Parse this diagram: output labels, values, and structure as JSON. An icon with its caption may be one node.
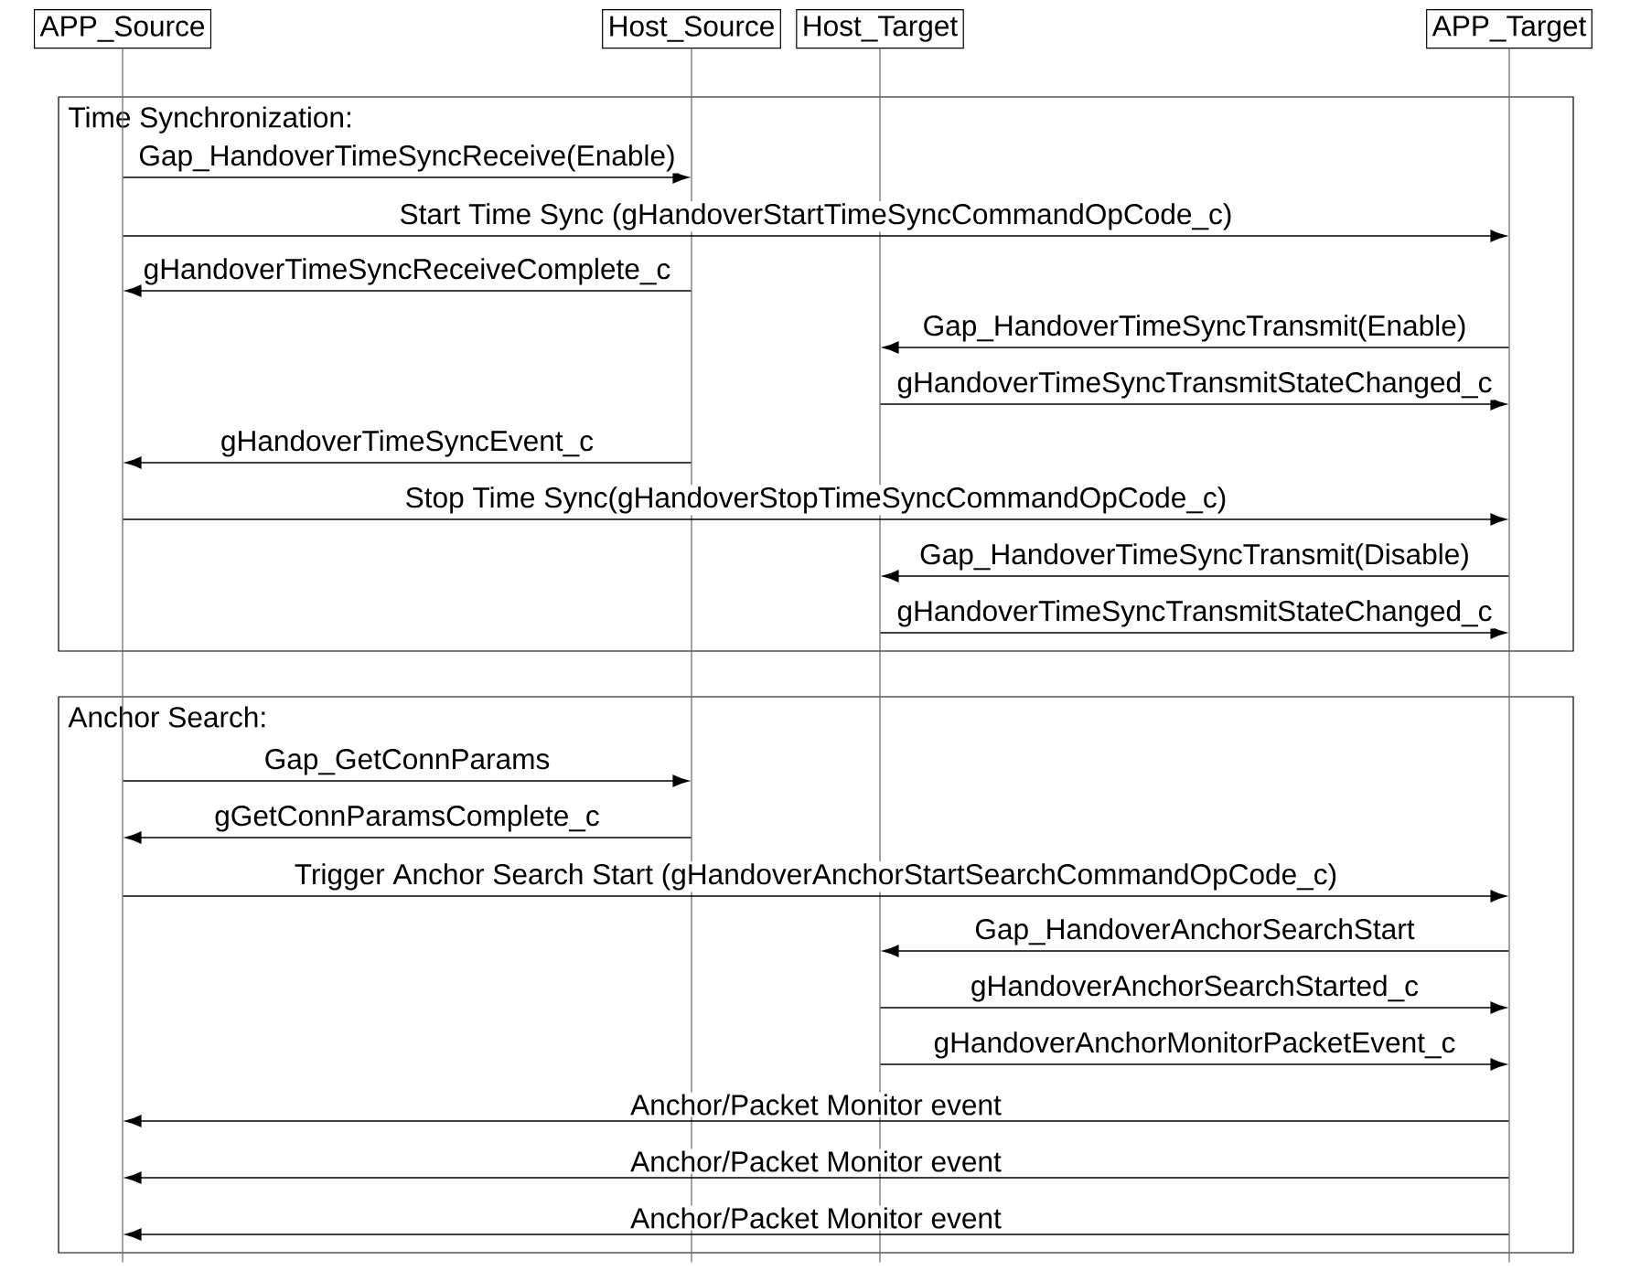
{
  "diagram": {
    "nodes": [
      {
        "text": [
          "APP_Source"
        ]
      },
      {
        "text": [
          "Host_Source"
        ]
      },
      {
        "text": [
          "Host_Target"
        ]
      },
      {
        "text": [
          "APP_Target"
        ]
      },
      {
        "text": [],
        "shape": "bar"
      },
      {
        "text": [],
        "shape": "bar"
      },
      {
        "text": [],
        "shape": "bar"
      },
      {
        "text": [],
        "shape": "bar"
      }
    ],
    "edges": [
      {
        "from": 4,
        "to": 5,
        "arrow": "to",
        "label": "Gap_HandoverTimeSyncReceive(Enable)"
      },
      {
        "from": 4,
        "to": 7,
        "arrow": "to",
        "label": "Start Time Sync (gHandoverStartTimeSyncCommandOpCode_c)"
      },
      {
        "from": 5,
        "to": 4,
        "arrow": "to",
        "label": "gHandoverTimeSyncReceiveComplete_c"
      },
      {
        "from": 7,
        "to": 6,
        "arrow": "to",
        "label": "Gap_HandoverTimeSyncTransmit(Enable)"
      },
      {
        "from": 6,
        "to": 7,
        "arrow": "to",
        "label": "gHandoverTimeSyncTransmitStateChanged_c"
      },
      {
        "from": 5,
        "to": 4,
        "arrow": "to",
        "label": "gHandoverTimeSyncEvent_c"
      },
      {
        "from": 4,
        "to": 7,
        "arrow": "to",
        "label": "Stop Time Sync(gHandoverStopTimeSyncCommandOpCode_c)"
      },
      {
        "from": 7,
        "to": 6,
        "arrow": "to",
        "label": "Gap_HandoverTimeSyncTransmit(Disable)"
      },
      {
        "from": 6,
        "to": 7,
        "arrow": "to",
        "label": "gHandoverTimeSyncTransmitStateChanged_c"
      },
      {
        "from": 4,
        "to": 5,
        "arrow": "to",
        "label": "Gap_GetConnParams"
      },
      {
        "from": 5,
        "to": 4,
        "arrow": "to",
        "label": "gGetConnParamsComplete_c"
      },
      {
        "from": 4,
        "to": 7,
        "arrow": "to",
        "label": "Trigger Anchor Search Start (gHandoverAnchorStartSearchCommandOpCode_c)"
      },
      {
        "from": 7,
        "to": 6,
        "arrow": "to",
        "label": "Gap_HandoverAnchorSearchStart"
      },
      {
        "from": 6,
        "to": 7,
        "arrow": "to",
        "label": "gHandoverAnchorSearchStarted_c"
      },
      {
        "from": 6,
        "to": 7,
        "arrow": "to",
        "label": "gHandoverAnchorMonitorPacketEvent_c"
      },
      {
        "from": 7,
        "to": 4,
        "arrow": "to",
        "label": "Anchor/Packet Monitor event"
      },
      {
        "from": 7,
        "to": 4,
        "arrow": "to",
        "label": "Anchor/Packet Monitor event"
      },
      {
        "from": 7,
        "to": 4,
        "arrow": "to",
        "label": "Anchor/Packet Monitor event"
      }
    ],
    "labels": [
      "Time Synchronization:",
      "Anchor Search:"
    ]
  }
}
